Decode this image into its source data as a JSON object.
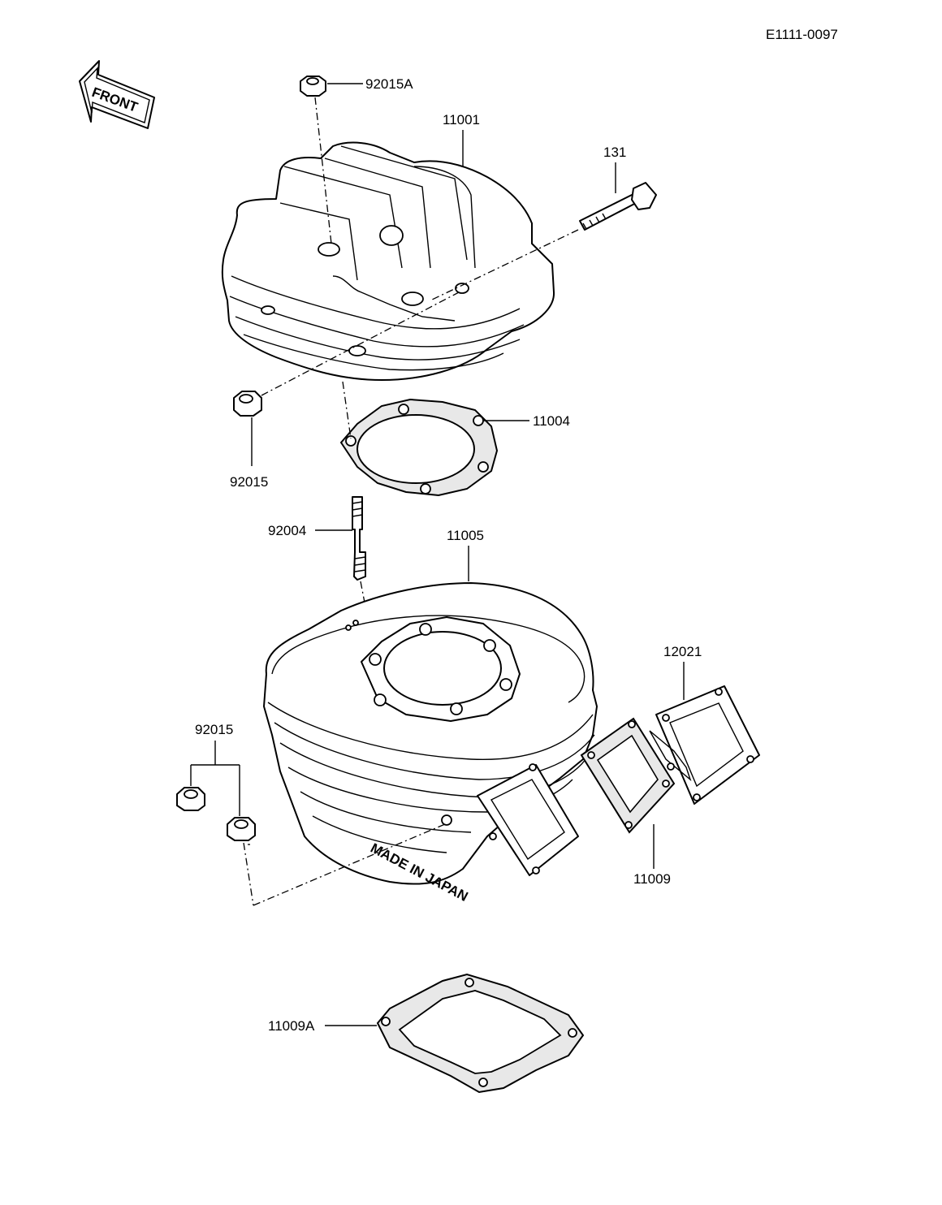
{
  "diagram_id": "E1111-0097",
  "front_arrow": {
    "text": "FRONT",
    "icon": "front-arrow-icon"
  },
  "parts": {
    "p92015A": "92015A",
    "p11001": "11001",
    "p131": "131",
    "p11004": "11004",
    "p92015_top": "92015",
    "p92004": "92004",
    "p11005": "11005",
    "p12021": "12021",
    "p92015_bottom": "92015",
    "p11009": "11009",
    "p11009A": "11009A"
  },
  "stamp_text": "MADE IN JAPAN"
}
